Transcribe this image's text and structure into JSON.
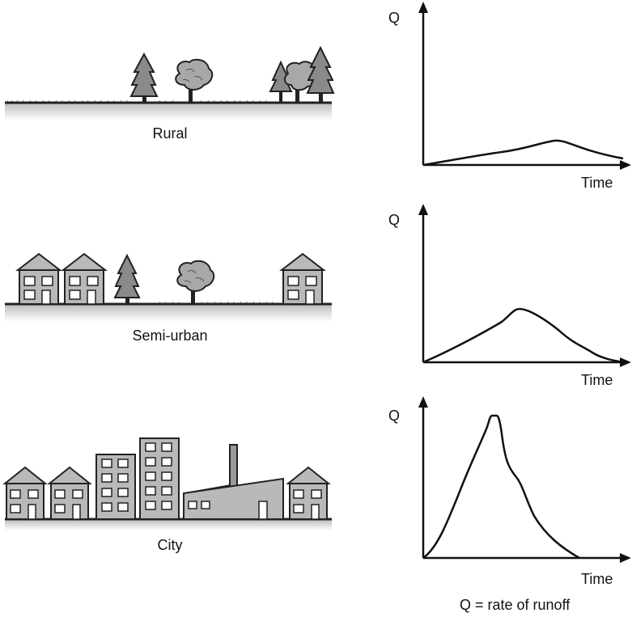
{
  "scenes": [
    {
      "label": "Rural"
    },
    {
      "label": "Semi-urban"
    },
    {
      "label": "City"
    }
  ],
  "graphs": [
    {
      "y_label": "Q",
      "x_label": "Time"
    },
    {
      "y_label": "Q",
      "x_label": "Time"
    },
    {
      "y_label": "Q",
      "x_label": "Time"
    }
  ],
  "legend": "Q = rate of runoff",
  "colors": {
    "building_fill": "#b9b9b9",
    "tree_fill": "#8a8a8a",
    "ground": "#222222",
    "stroke": "#111111"
  }
}
